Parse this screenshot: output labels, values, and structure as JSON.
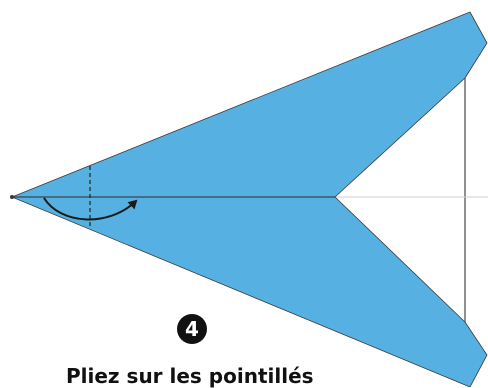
{
  "step": {
    "number": "4"
  },
  "instruction": {
    "text": "Pliez sur les pointillés"
  },
  "colors": {
    "paper_fill": "#56b1e2",
    "outline": "#3a3a3a",
    "guide_line": "#cfcfcf",
    "arrow": "#1a1a1a",
    "badge": "#111111"
  },
  "icons": {
    "fold_arrow": "curved-arrow-icon",
    "fold_line": "dashed-fold-line"
  }
}
